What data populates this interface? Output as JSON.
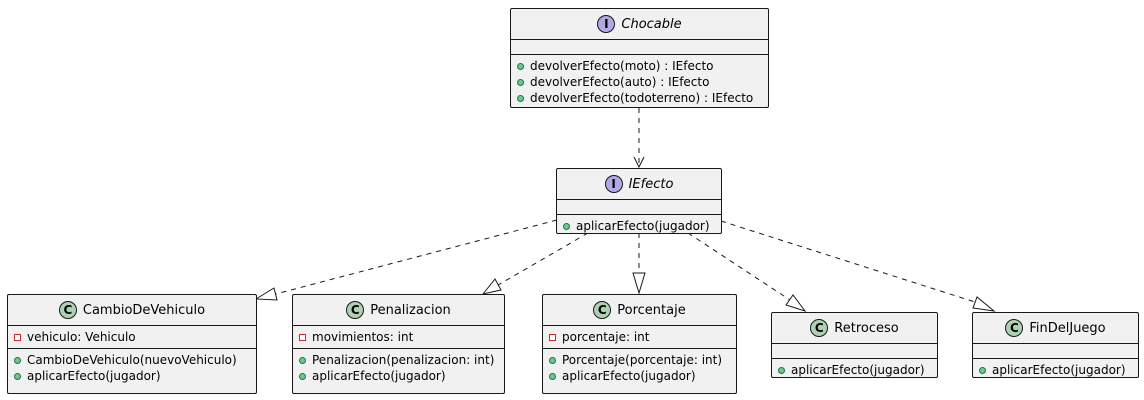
{
  "icons": {
    "interface_badge": "interface-badge-icon",
    "class_badge": "class-badge-icon",
    "public_member": "public-member-icon",
    "private_member": "private-member-icon"
  },
  "colors": {
    "box_fill": "#f1f1f1",
    "border": "#181818",
    "interface_badge": "#b4a7e5",
    "class_badge": "#add1b2",
    "public_fill": "#84be84",
    "private_stroke": "#c82930"
  },
  "chocable": {
    "badge": "I",
    "name": "Chocable",
    "methods": [
      {
        "visibility": "public",
        "text": "devolverEfecto(moto) : IEfecto"
      },
      {
        "visibility": "public",
        "text": "devolverEfecto(auto) : IEfecto"
      },
      {
        "visibility": "public",
        "text": "devolverEfecto(todoterreno) : IEfecto"
      }
    ]
  },
  "iefecto": {
    "badge": "I",
    "name": "IEfecto",
    "methods": [
      {
        "visibility": "public",
        "text": "aplicarEfecto(jugador)"
      }
    ]
  },
  "cambio": {
    "badge": "C",
    "name": "CambioDeVehiculo",
    "fields": [
      {
        "visibility": "private",
        "text": "vehiculo: Vehiculo"
      }
    ],
    "methods": [
      {
        "visibility": "public",
        "text": "CambioDeVehiculo(nuevoVehiculo)"
      },
      {
        "visibility": "public",
        "text": "aplicarEfecto(jugador)"
      }
    ]
  },
  "penalizacion": {
    "badge": "C",
    "name": "Penalizacion",
    "fields": [
      {
        "visibility": "private",
        "text": "movimientos: int"
      }
    ],
    "methods": [
      {
        "visibility": "public",
        "text": "Penalizacion(penalizacion: int)"
      },
      {
        "visibility": "public",
        "text": "aplicarEfecto(jugador)"
      }
    ]
  },
  "porcentaje": {
    "badge": "C",
    "name": "Porcentaje",
    "fields": [
      {
        "visibility": "private",
        "text": "porcentaje: int"
      }
    ],
    "methods": [
      {
        "visibility": "public",
        "text": "Porcentaje(porcentaje: int)"
      },
      {
        "visibility": "public",
        "text": "aplicarEfecto(jugador)"
      }
    ]
  },
  "retroceso": {
    "badge": "C",
    "name": "Retroceso",
    "methods": [
      {
        "visibility": "public",
        "text": "aplicarEfecto(jugador)"
      }
    ]
  },
  "findeljuego": {
    "badge": "C",
    "name": "FinDelJuego",
    "methods": [
      {
        "visibility": "public",
        "text": "aplicarEfecto(jugador)"
      }
    ]
  }
}
